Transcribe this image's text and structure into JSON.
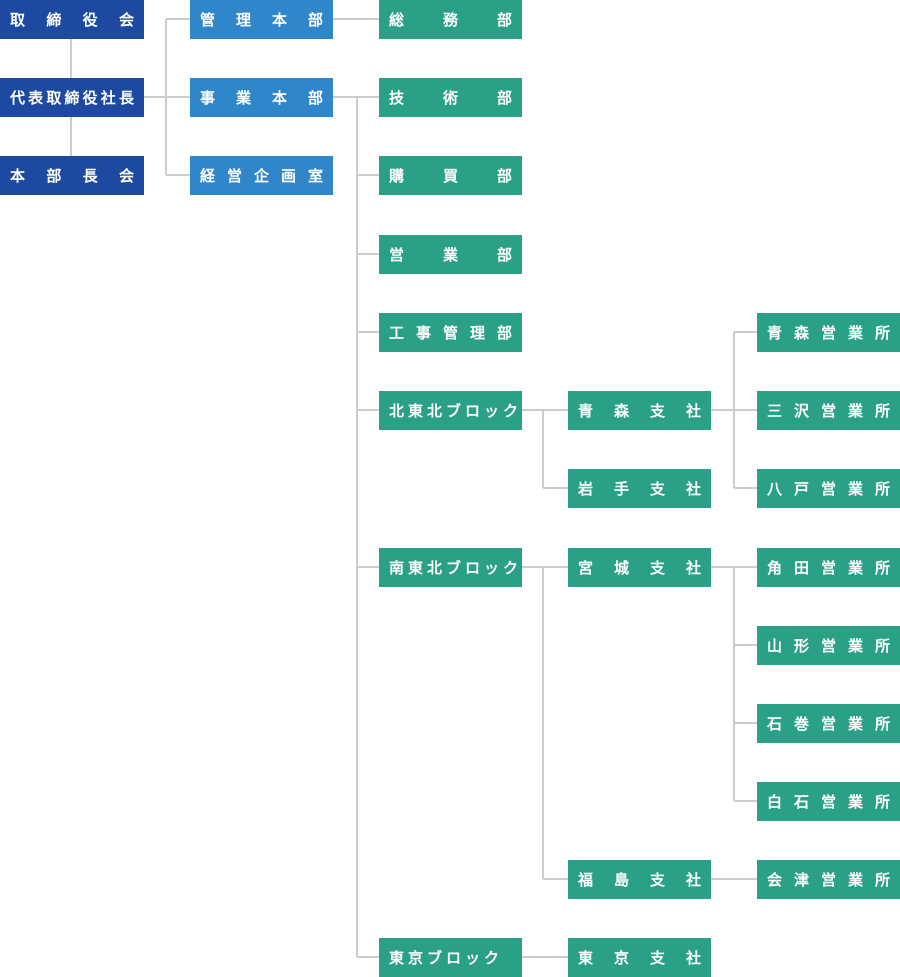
{
  "colors": {
    "executive": "#1d4aa0",
    "headquarters": "#2f86c8",
    "unit": "#2aa187",
    "connector": "#cccccc"
  },
  "executive": {
    "board_of_directors": "取締役会",
    "president": "代表取締役社長",
    "division_heads_meeting": "本部長会"
  },
  "headquarters": {
    "administration": "管理本部",
    "business": "事業本部",
    "corporate_planning": "経営企画室"
  },
  "departments": {
    "general_affairs": "総務部",
    "technical": "技術部",
    "purchasing": "購買部",
    "sales": "営業部",
    "construction_management": "工事管理部"
  },
  "blocks": {
    "north_tohoku": "北東北ブロック",
    "south_tohoku": "南東北ブロック",
    "tokyo": "東京ブロック"
  },
  "branches": {
    "aomori": "青森支社",
    "iwate": "岩手支社",
    "miyagi": "宮城支社",
    "fukushima": "福島支社",
    "tokyo": "東京支社"
  },
  "offices": {
    "aomori": "青森営業所",
    "misawa": "三沢営業所",
    "hachinohe": "八戸営業所",
    "kakuda": "角田営業所",
    "yamagata": "山形営業所",
    "ishinomaki": "石巻営業所",
    "shiraishi": "白石営業所",
    "aizu": "会津営業所"
  }
}
